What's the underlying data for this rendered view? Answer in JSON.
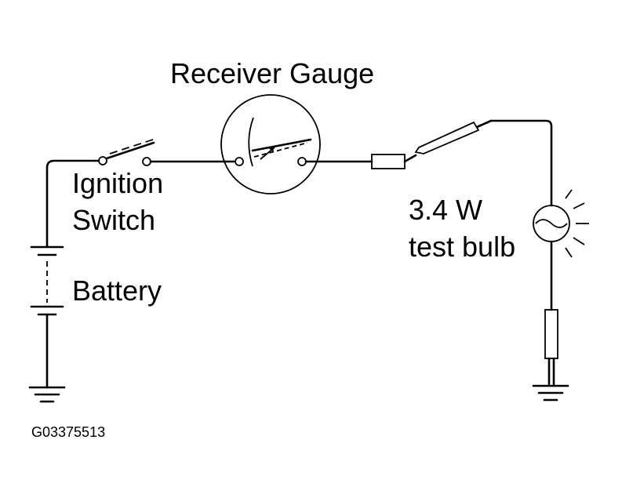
{
  "labels": {
    "receiver_gauge": "Receiver Gauge",
    "ignition_line1": "Ignition",
    "ignition_line2": "Switch",
    "battery": "Battery",
    "bulb_line1": "3.4 W",
    "bulb_line2": "test bulb",
    "figure_id": "G03375513"
  }
}
